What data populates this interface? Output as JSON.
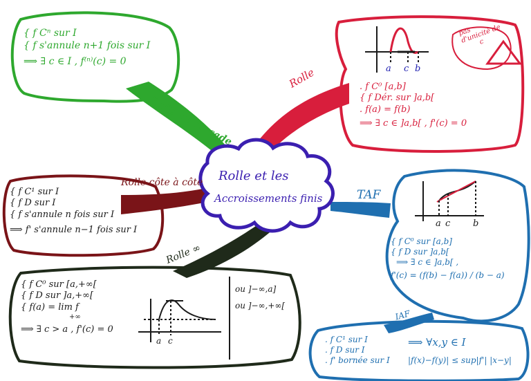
{
  "center": {
    "line1": "Rolle et les",
    "line2": "Accroissements finis"
  },
  "colors": {
    "green": "#2ea82e",
    "red": "#d81e3c",
    "maroon": "#7a1418",
    "dark": "#1f2a1a",
    "blue": "#1f6fb0",
    "purple": "#3b1fb0"
  },
  "branches": {
    "cascade": {
      "label": "Rolle en cascade",
      "lines": [
        "{ f Cⁿ sur I",
        "{ f s'annule n+1 fois sur I",
        "⟹ ∃ c ∈ I , f⁽ⁿ⁾(c) = 0"
      ]
    },
    "rolle": {
      "label": "Rolle",
      "lines": [
        ". f C⁰ [a,b]",
        "{ f Dér. sur ]a,b[",
        ". f(a) = f(b)",
        "⟹ ∃ c ∈ ]a,b[ , f'(c) = 0"
      ],
      "graph_ticks": [
        "a",
        "c",
        "b"
      ],
      "note": [
        "pas",
        "d'unicité de",
        "c"
      ]
    },
    "cote": {
      "label": "Rolle côte à côte",
      "lines": [
        "{ f C¹ sur I",
        "{ f D sur I",
        "{ f s'annule n fois sur I",
        "⟹ f' s'annule n−1 fois sur I"
      ]
    },
    "infinity": {
      "label": "Rolle ∞",
      "lines": [
        "{ f C⁰ sur [a,+∞[",
        "{ f D sur ]a,+∞[",
        "{ f(a) = lim f",
        "+∞",
        "⟹ ∃ c > a , f'(c) = 0"
      ],
      "limit_of": "+∞",
      "side_notes": [
        "ou ]−∞,a]",
        "ou ]−∞,+∞["
      ],
      "graph_ticks": [
        "a",
        "c"
      ]
    },
    "taf": {
      "label": "TAF",
      "lines": [
        "{ f C⁰ sur [a,b]",
        "{ f D sur ]a,b[",
        "⟹ ∃ c ∈ ]a,b[ ,",
        "f'(c) = (f(b) − f(a)) / (b − a)"
      ],
      "graph_ticks": [
        "a",
        "c",
        "b"
      ]
    },
    "iaf": {
      "label": "IAF",
      "lines": [
        ". f C¹ sur I",
        ". f D sur I",
        ". f' bornée sur I"
      ],
      "result1": "⟹ ∀x,y ∈ I",
      "result2": "|f(x)−f(y)| ≤ sup|f'| |x−y|"
    }
  }
}
